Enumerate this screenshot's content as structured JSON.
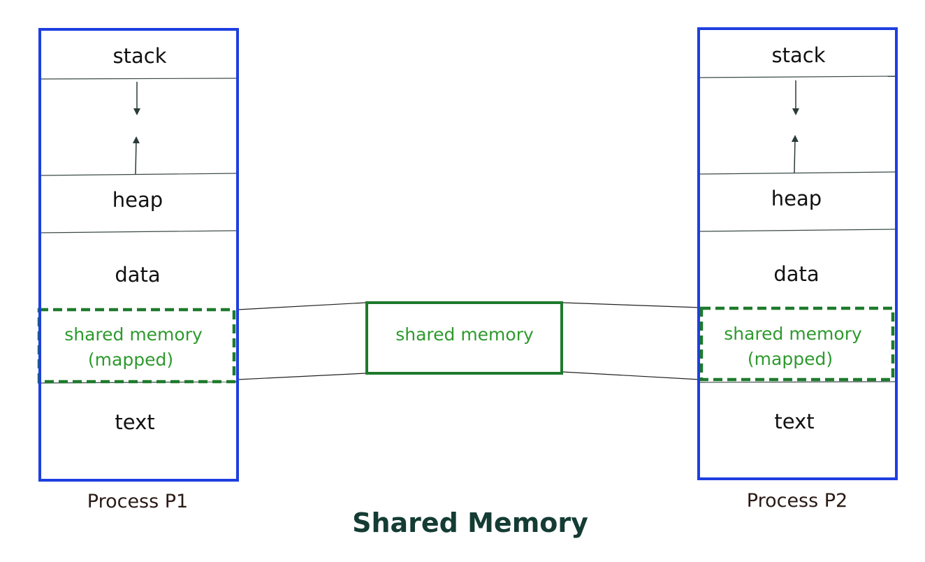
{
  "diagram": {
    "title": "Shared Memory",
    "colors": {
      "process_border": "#1e3fe0",
      "shared_border": "#1e7a2c",
      "shared_text": "#2e9a2e",
      "divider": "#3a4a48",
      "title_text": "#143c34"
    },
    "process_left": {
      "name": "Process P1",
      "segments": {
        "stack": "stack",
        "heap": "heap",
        "data": "data",
        "shared_line1": "shared memory",
        "shared_line2": "(mapped)",
        "text": "text"
      }
    },
    "process_right": {
      "name": "Process P2",
      "segments": {
        "stack": "stack",
        "heap": "heap",
        "data": "data",
        "shared_line1": "shared memory",
        "shared_line2": "(mapped)",
        "text": "text"
      }
    },
    "shared_region": {
      "label": "shared memory"
    }
  }
}
